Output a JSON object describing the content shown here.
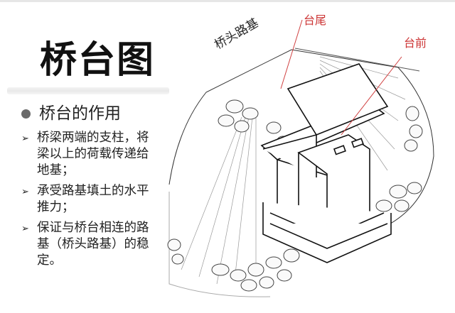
{
  "slide": {
    "title": "桥台图",
    "heading": "桥台的作用",
    "bullets": [
      {
        "text": "桥梁两端的支柱，将梁以上的荷载传递给地基；"
      },
      {
        "text": "承受路基填土的水平推力；"
      },
      {
        "text": "保证与桥台相连的路基（桥头路基）的稳定。"
      }
    ],
    "bullet_icon": "arrow-bullet-icon"
  },
  "diagram": {
    "labels": {
      "tail": "台尾",
      "front": "台前",
      "embankment": "桥头路基"
    },
    "label_color": "#c33333"
  }
}
